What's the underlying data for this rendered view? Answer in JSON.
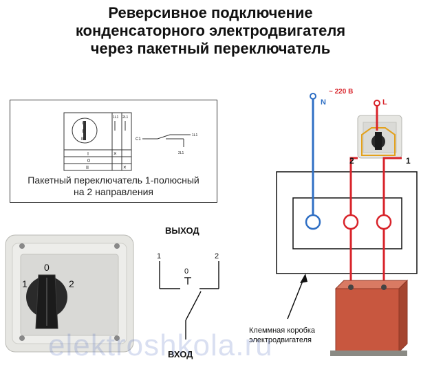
{
  "title": {
    "line1": "Реверсивное подключение",
    "line2": "конденсаторного электродвигателя",
    "line3": "через пакетный переключатель"
  },
  "scheme": {
    "caption_line1": "Пакетный переключатель 1-полюсный",
    "caption_line2": "на 2 направления",
    "pos_0": "0",
    "pos_1": "I",
    "pos_2": "II",
    "contact_a": "1L1",
    "contact_b": "2L1",
    "col_a": "1L1",
    "col_b": "2L1",
    "c1": "C1"
  },
  "switch_photo": {
    "pos_0": "0",
    "pos_1": "1",
    "pos_2": "2"
  },
  "contact_diagram": {
    "output_label": "ВЫХОД",
    "input_label": "ВХОД",
    "terminal_1": "1",
    "terminal_0": "0",
    "terminal_2": "2"
  },
  "wiring": {
    "voltage_label": "~ 220 В",
    "neutral_label": "N",
    "line_label": "L",
    "switch_terminal_2": "2",
    "switch_terminal_1": "1",
    "terminal_box_label_line1": "Клеммная коробка",
    "terminal_box_label_line2": "электродвигателя",
    "neutral_color": "#2f6fc4",
    "line_color": "#d8232a"
  },
  "watermark": "elektroshkola.ru"
}
